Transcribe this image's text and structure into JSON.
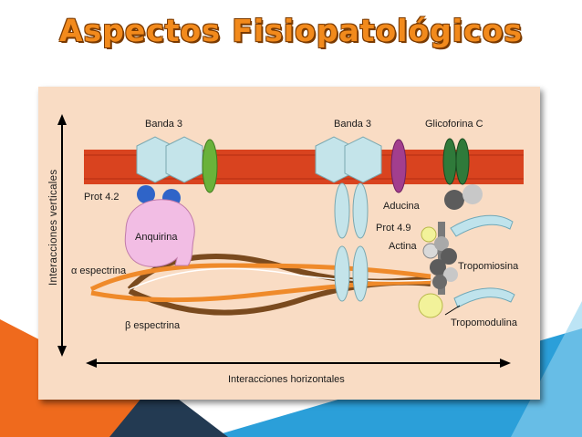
{
  "slide": {
    "title": "Aspectos Fisiopatológicos"
  },
  "diagram": {
    "axis_vertical": "Interacciones verticales",
    "axis_horizontal": "Interacciones horizontales",
    "labels": {
      "banda3_left": "Banda 3",
      "banda3_right": "Banda 3",
      "glicoforina": "Glicoforina C",
      "prot42": "Prot 4.2",
      "anquirina": "Anquirina",
      "alfa_espectrina": "α espectrina",
      "beta_espectrina": "β espectrina",
      "aducina": "Aducina",
      "prot49": "Prot 4.9",
      "actina": "Actina",
      "tropomiosina": "Tropomiosina",
      "tropomodulina": "Tropomodulina"
    }
  },
  "colors": {
    "title": "#f28a1c",
    "membrane": "#d9431f",
    "panel": "#f9dcc4",
    "banda3": "#c4e4ea",
    "accent_blue": "#2b9fd9",
    "accent_orange": "#ef6a1d",
    "accent_dark": "#233a52"
  }
}
